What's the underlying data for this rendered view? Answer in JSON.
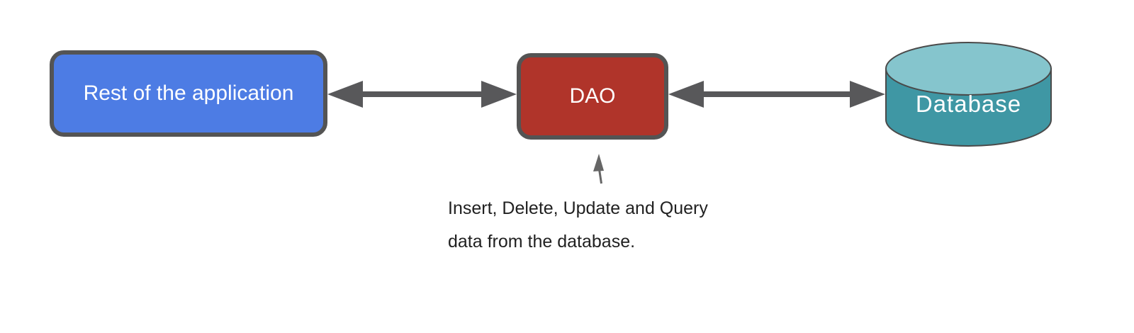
{
  "diagram": {
    "background": "#ffffff",
    "nodes": {
      "application": {
        "label": "Rest of the application",
        "fill": "#4d7ce4",
        "border_color": "#545454",
        "text_color": "#ffffff"
      },
      "dao": {
        "label": "DAO",
        "fill": "#b0342a",
        "border_color": "#545454",
        "text_color": "#ffffff"
      },
      "database": {
        "label": "Database",
        "body_fill": "#3f97a4",
        "top_fill": "#85c5cd",
        "border_color": "#4a4a4a",
        "text_color": "#ffffff"
      }
    },
    "connectors": {
      "color": "#58585a",
      "app_to_dao": "double-headed-arrow",
      "dao_to_database": "double-headed-arrow"
    },
    "annotation": {
      "arrow_color": "#666666",
      "text_color": "#212121",
      "lines": [
        "Insert, Delete, Update and Query",
        "data from the database."
      ]
    }
  }
}
